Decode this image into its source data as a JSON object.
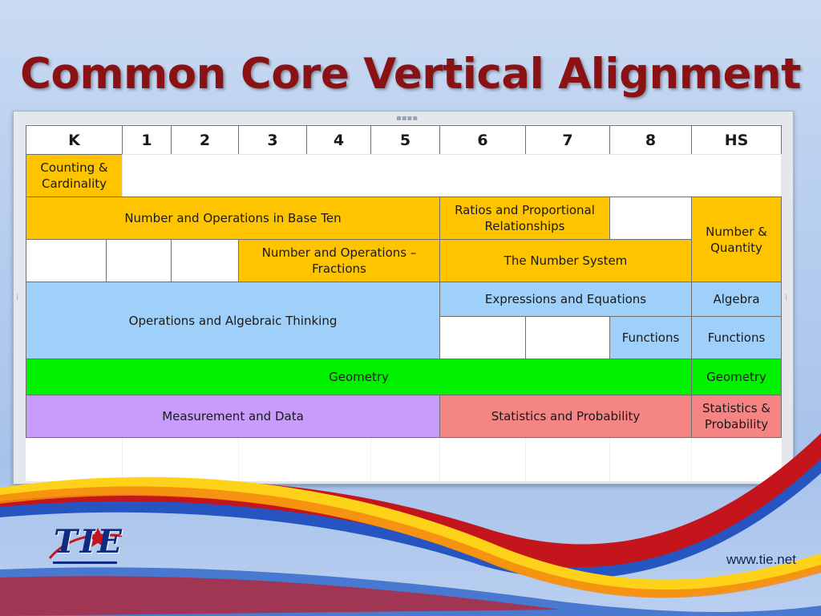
{
  "title": "Common Core Vertical Alignment",
  "grades": [
    "K",
    "1",
    "2",
    "3",
    "4",
    "5",
    "6",
    "7",
    "8",
    "HS"
  ],
  "table": {
    "counting": "Counting & Cardinality",
    "nbt": "Number and Operations in Base Ten",
    "ratios": "Ratios and Proportional Relationships",
    "number_quantity": "Number & Quantity",
    "fractions": "Number and Operations – Fractions",
    "number_system": "The Number System",
    "oa": "Operations and Algebraic Thinking",
    "expressions": "Expressions and Equations",
    "algebra": "Algebra",
    "functions_8": "Functions",
    "functions_hs": "Functions",
    "geometry": "Geometry",
    "geometry_hs": "Geometry",
    "measurement": "Measurement and Data",
    "statistics": "Statistics and Probability",
    "statistics_hs": "Statistics & Probability"
  },
  "footer": {
    "logo": "TIE",
    "url": "www.tie.net"
  },
  "colors": {
    "title": "#8b1214",
    "number_domains": "#ffc400",
    "algebra_domains": "#9fd0fa",
    "geometry": "#00f200",
    "measurement": "#c79cfa",
    "statistics": "#f58484"
  }
}
